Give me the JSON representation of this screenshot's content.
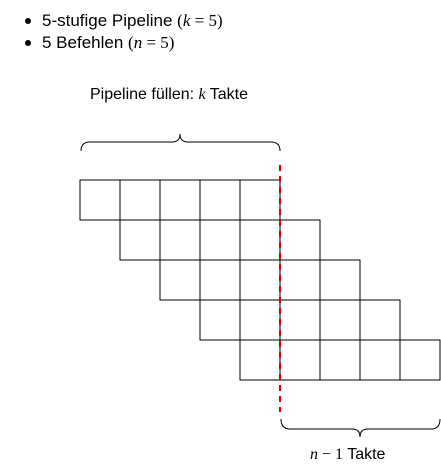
{
  "bullets": [
    {
      "text": "5-stufige Pipeline ",
      "math_open": "(",
      "math_var": "k",
      "math_eq": " = 5",
      "math_close": ")"
    },
    {
      "text": "5 Befehlen ",
      "math_open": "(",
      "math_var": "n",
      "math_eq": " = 5",
      "math_close": ")"
    }
  ],
  "labels": {
    "fill_text": "Pipeline füllen: ",
    "fill_var": "k",
    "fill_unit": " Takte",
    "rest_var": "n",
    "rest_op": " − 1",
    "rest_unit": " Takte"
  },
  "pipeline": {
    "stages": 5,
    "instructions": 5
  },
  "colors": {
    "grid": "#000000",
    "divider": "#e00000"
  }
}
